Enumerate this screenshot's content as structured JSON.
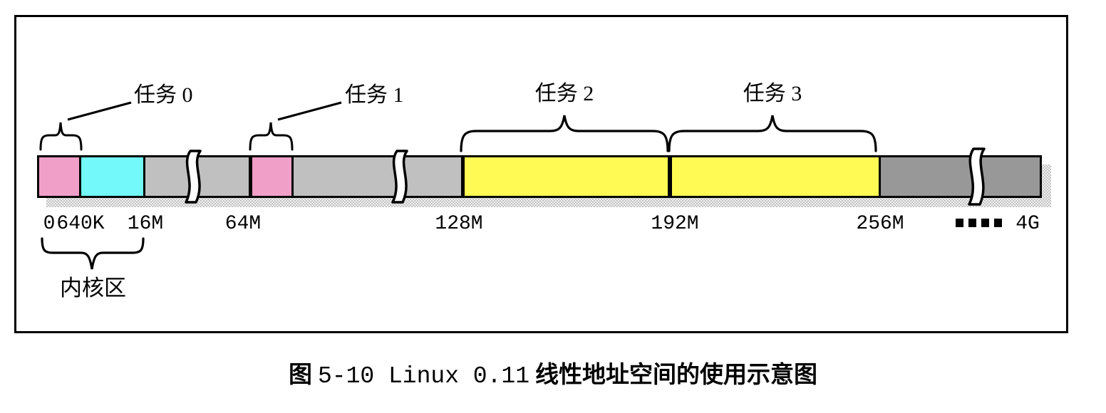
{
  "figure": {
    "task_labels": [
      {
        "label": "任务 0"
      },
      {
        "label": "任务 1"
      },
      {
        "label": "任务 2"
      },
      {
        "label": "任务 3"
      }
    ],
    "kernel_region_label": "内核区",
    "axis": {
      "ticks": [
        "0",
        "640K",
        "16M",
        "64M",
        "128M",
        "192M",
        "256M",
        "4G"
      ],
      "ellipsis_dots": 4
    },
    "colors": {
      "task_start_pink": "#f09fc8",
      "kernel_cyan": "#73f9f9",
      "unused_light_gray": "#c0c0c0",
      "task_yellow": "#fffb54",
      "high_unused_dark_gray": "#989898",
      "divider_black": "#000000"
    },
    "memory_bar": {
      "segments": [
        {
          "name": "task0-area",
          "range": "0-640K",
          "color": "#f09fc8",
          "css": "width:56px;background:#f09fc8"
        },
        {
          "name": "divider-640k",
          "range": "640K",
          "color": "#000000",
          "css": "width:3px;background:#000"
        },
        {
          "name": "kernel-upper-area",
          "range": "640K-16M",
          "color": "#73f9f9",
          "css": "width:87px;background:#73f9f9"
        },
        {
          "name": "divider-16m",
          "range": "16M",
          "color": "#000000",
          "css": "width:3px;background:#000"
        },
        {
          "name": "unused-1",
          "range": "16M-64M",
          "color": "#c0c0c0",
          "css": "width:145px;background:#c0c0c0"
        },
        {
          "name": "divider-64m",
          "range": "64M",
          "color": "#000000",
          "css": "width:5px;background:#000"
        },
        {
          "name": "task1-area",
          "range": "64M-64M+640K",
          "color": "#f09fc8",
          "css": "width:55px;background:#f09fc8"
        },
        {
          "name": "divider-task1-end",
          "range": "",
          "color": "#000000",
          "css": "width:3px;background:#000"
        },
        {
          "name": "unused-2",
          "range": "-128M",
          "color": "#c0c0c0",
          "css": "width:235px;background:#c0c0c0"
        },
        {
          "name": "divider-128m",
          "range": "128M",
          "color": "#000000",
          "css": "width:5px;background:#000"
        },
        {
          "name": "task2-area",
          "range": "128M-192M",
          "color": "#fffb54",
          "css": "width:285px;background:#fffb54"
        },
        {
          "name": "divider-192m",
          "range": "192M",
          "color": "#000000",
          "css": "width:6px;background:#000"
        },
        {
          "name": "task3-area",
          "range": "192M-256M",
          "color": "#fffb54",
          "css": "width:290px;background:#fffb54"
        },
        {
          "name": "divider-256m",
          "range": "256M",
          "color": "#000000",
          "css": "width:3px;background:#000"
        },
        {
          "name": "high-unused",
          "range": "256M-4G",
          "color": "#989898",
          "css": "flex:1 1 auto;background:#989898"
        }
      ]
    }
  },
  "caption": {
    "cjk_prefix": "图",
    "latin": "5-10 Linux 0.11",
    "cjk_title": "线性地址空间的使用示意图"
  }
}
